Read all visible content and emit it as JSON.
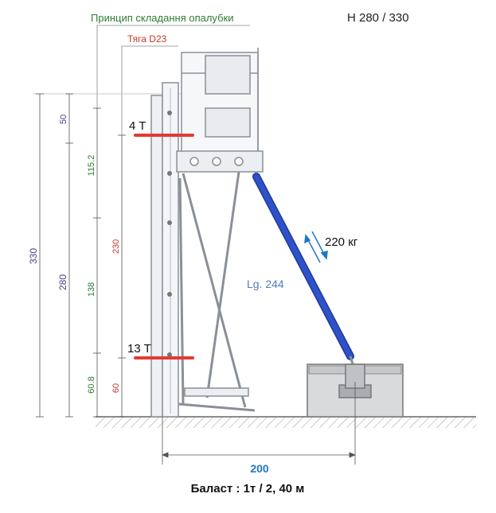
{
  "header": {
    "principle_label": "Принцип складання опалубки",
    "height_label": "H 280 / 330",
    "rod_label": "Тяга D23"
  },
  "loads": {
    "upper_anchor": "4 T",
    "lower_anchor": "13 T",
    "brace_force": "220 кг",
    "brace_length": "Lg. 244"
  },
  "dimensions": {
    "total_height": "330",
    "height_280": "280",
    "top_segment": "50",
    "seg_115": "115.2",
    "seg_138": "138",
    "seg_60_8": "60.8",
    "red_230": "230",
    "red_60": "60",
    "base_width": "200"
  },
  "footer": {
    "ballast": "Баласт : 1т / 2, 40 м"
  },
  "colors": {
    "green_text": "#2e7d32",
    "red_text": "#c0392b",
    "purple_text": "#4a3f8a",
    "blue_text": "#1f78c8",
    "anchor_red": "#e53935",
    "brace_blue": "#2f52c8",
    "frame_gray": "#8a8f98"
  }
}
